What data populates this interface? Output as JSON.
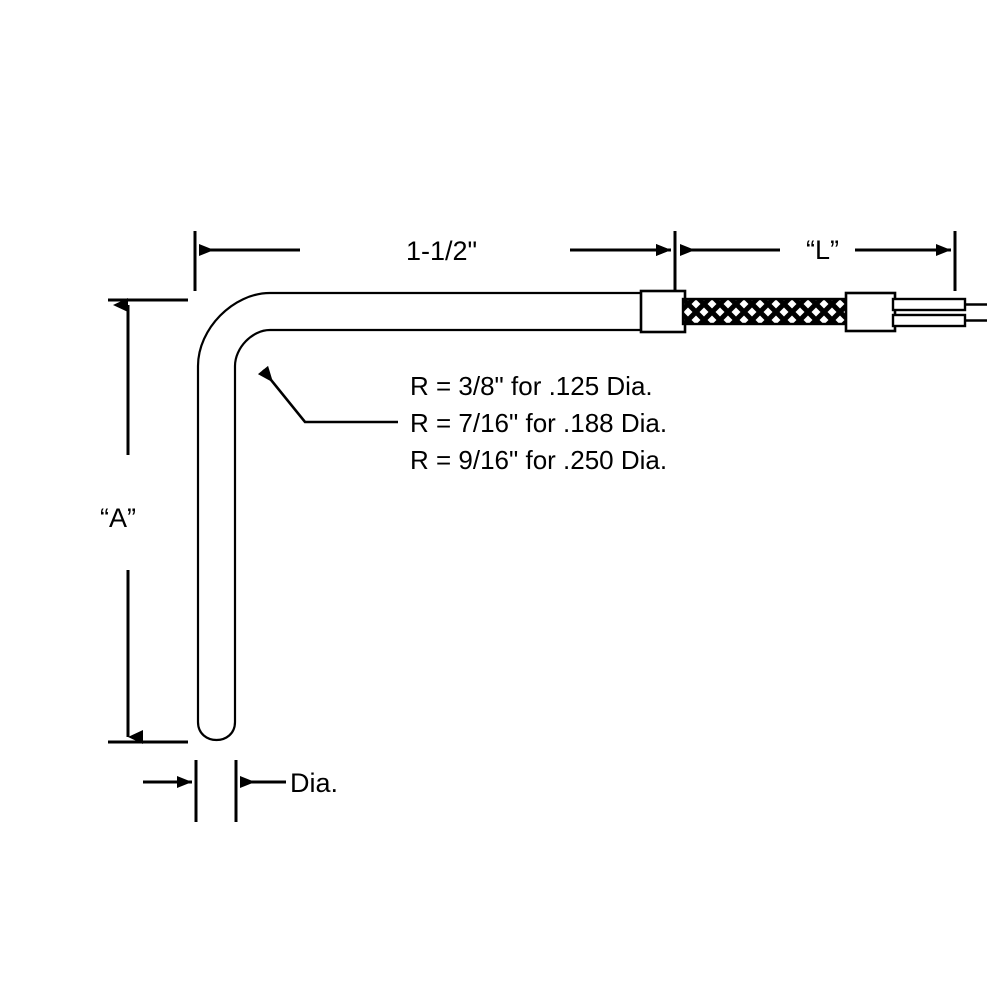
{
  "diagram": {
    "title": "Bent sheath thermocouple probe dimensional drawing",
    "background_color": "#ffffff",
    "line_color": "#000000"
  },
  "dimensions": {
    "horizontal_leg": {
      "label": "1-1/2\"",
      "name": "horizontal-leg-length"
    },
    "lead_length": {
      "label": "“L”",
      "name": "lead-length"
    },
    "vertical_leg": {
      "label": "“A”",
      "name": "vertical-leg-length"
    },
    "diameter": {
      "label": "Dia.",
      "name": "sheath-diameter"
    }
  },
  "notes": {
    "radius_lines": [
      "R = 3/8\" for .125 Dia.",
      "R = 7/16\" for .188 Dia.",
      "R = 9/16\" for .250 Dia."
    ]
  },
  "components": {
    "sheath": "bent-metal-sheath",
    "transition": "transition-fitting",
    "braid": "braided-cable-jacket",
    "junction": "junction-block",
    "leads": "lead-wires"
  }
}
